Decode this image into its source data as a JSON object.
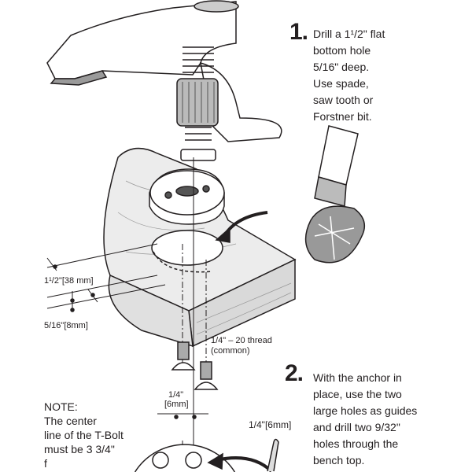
{
  "step1": {
    "number": "1.",
    "lines": [
      "Drill a 1¹/2\" flat",
      "bottom hole",
      "5/16\" deep.",
      "Use spade,",
      "saw tooth or",
      "Forstner bit."
    ]
  },
  "step2": {
    "number": "2.",
    "lines": [
      "With the anchor in",
      "place, use the two",
      "large holes as guides",
      "and drill two 9/32\"",
      "holes through the",
      "bench top."
    ]
  },
  "dimensions": {
    "hole_diameter": "1¹/2\"[38 mm]",
    "hole_depth": "5/16\"[8mm]",
    "thread_line1": "1/4\" – 20 thread",
    "thread_line2": "(common)",
    "offset_line1": "1/4\"",
    "offset_line2": "[6mm]",
    "pin": "1/4\"[6mm]"
  },
  "note": {
    "lines": [
      "NOTE:",
      "The center",
      "line of the T-Bolt",
      "must be 3 3/4\"",
      "f"
    ]
  },
  "colors": {
    "ink": "#231f20",
    "wood": "#e6e6e6",
    "shade": "#9a9a9a"
  }
}
